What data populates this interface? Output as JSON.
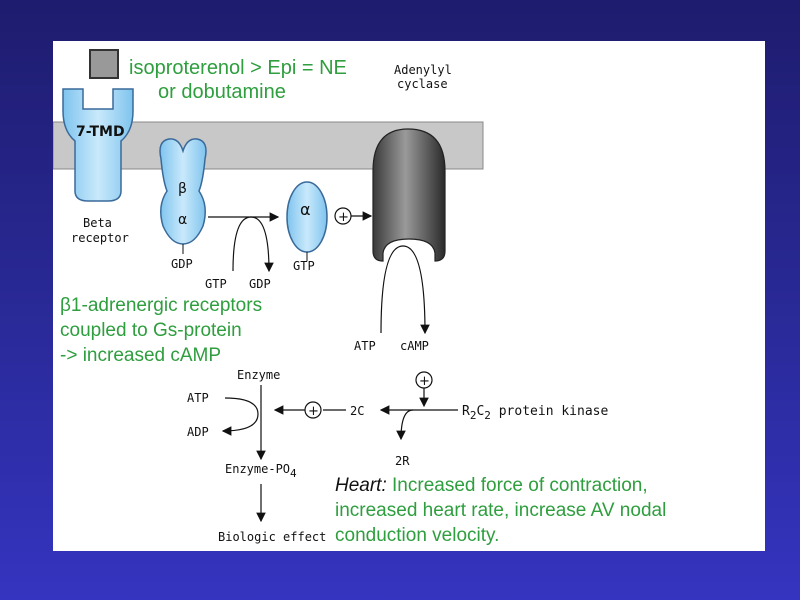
{
  "legend": {
    "line1": "isoproterenol > Epi = NE",
    "line2": "or dobutamine",
    "swatch_color": "#999999"
  },
  "receptor": {
    "label": "7-TMD",
    "caption_line1": "Beta",
    "caption_line2": "receptor"
  },
  "gprotein": {
    "beta": "β",
    "alpha": "α",
    "alpha_active": "α",
    "gdp1": "GDP",
    "gtp1": "GTP",
    "gdp2": "GDP",
    "gtp2": "GTP",
    "plus": "+"
  },
  "cyclase": {
    "line1": "Adenylyl",
    "line2": "cyclase",
    "atp": "ATP",
    "camp": "cAMP"
  },
  "receptors_note": {
    "line1": "β1-adrenergic receptors",
    "line2": "coupled to Gs-protein",
    "line3": "-> increased cAMP"
  },
  "kinase": {
    "r2c2": "R",
    "sub1": "2",
    "c": "C",
    "sub2": "2",
    "label": " protein kinase",
    "two_c": "2C",
    "two_r": "2R"
  },
  "enzyme": {
    "title": "Enzyme",
    "atp": "ATP",
    "adp": "ADP",
    "phos": "Enzyme-PO",
    "phos_sub": "4",
    "effect": "Biologic effect"
  },
  "heart_note": {
    "label": "Heart:",
    "line1": " Increased force of contraction,",
    "line2": "increased heart rate, increase AV nodal",
    "line3": "conduction velocity."
  },
  "colors": {
    "green_text": "#2e9e3e",
    "membrane": "#c8c8c8",
    "receptor_blue": "#a8d8f5",
    "background": "#2a2a9a"
  }
}
